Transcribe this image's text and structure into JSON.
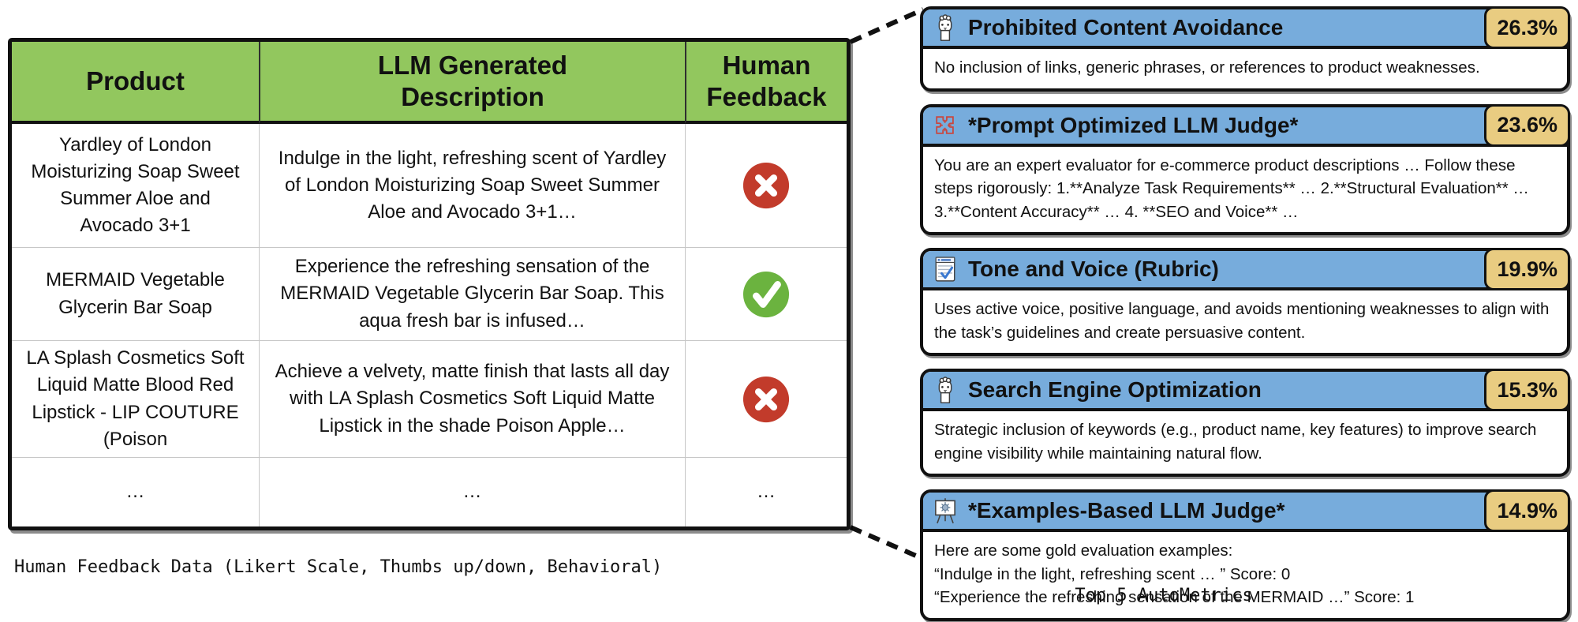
{
  "table": {
    "headers": {
      "product": "Product",
      "description": "LLM Generated\nDescription",
      "feedback": "Human\nFeedback"
    },
    "rows": [
      {
        "product": "Yardley of London Moisturizing Soap Sweet Summer Aloe and Avocado 3+1",
        "description": "Indulge in the light, refreshing scent of Yardley of London Moisturizing Soap Sweet Summer Aloe and Avocado 3+1…",
        "feedback": "negative"
      },
      {
        "product": "MERMAID Vegetable Glycerin Bar Soap",
        "description": "Experience the refreshing sensation of the MERMAID Vegetable Glycerin Bar Soap. This aqua fresh bar is infused…",
        "feedback": "positive"
      },
      {
        "product": "LA Splash Cosmetics Soft Liquid Matte Blood Red Lipstick - LIP COUTURE (Poison",
        "description": "Achieve a velvety, matte finish that lasts all day with LA Splash Cosmetics Soft Liquid Matte Lipstick in the shade Poison Apple…",
        "feedback": "…"
      },
      {
        "product": "…",
        "description": "…",
        "feedback": "…"
      }
    ],
    "caption": "Human Feedback Data (Likert Scale, Thumbs up/down, Behavioral)"
  },
  "metrics": {
    "caption": "Top 5 AutoMetrics",
    "items": [
      {
        "icon": "llama-icon",
        "title": "Prohibited Content Avoidance",
        "percent": "26.3%",
        "body": "No inclusion of links, generic phrases, or references to product weaknesses."
      },
      {
        "icon": "puzzle-icon",
        "title": "*Prompt Optimized LLM Judge*",
        "percent": "23.6%",
        "body": "You are an expert evaluator for e-commerce product descriptions … Follow these steps rigorously: 1.**Analyze Task Requirements** … 2.**Structural Evaluation** … 3.**Content Accuracy** …  4. **SEO and Voice** …"
      },
      {
        "icon": "rubric-icon",
        "title": "Tone and Voice (Rubric)",
        "percent": "19.9%",
        "body": "Uses active voice, positive language, and avoids mentioning weaknesses to align with the task’s guidelines and create persuasive content."
      },
      {
        "icon": "llama-icon",
        "title": "Search Engine Optimization",
        "percent": "15.3%",
        "body": "Strategic inclusion of keywords (e.g., product name, key features) to improve search engine visibility while maintaining natural flow."
      },
      {
        "icon": "easel-icon",
        "title": "*Examples-Based LLM Judge*",
        "percent": "14.9%",
        "body": "Here are some gold evaluation examples:\n“Indulge in the light, refreshing scent … ” Score: 0\n“Experience the refreshing sensation of the MERMAID …” Score: 1"
      }
    ]
  },
  "colors": {
    "table_header_green": "#92C75E",
    "metric_header_blue": "#77ACDC",
    "percent_badge_tan": "#E9CC81",
    "negative_red": "#C23B2B",
    "positive_green": "#6BB33F",
    "border_black": "#111111"
  }
}
